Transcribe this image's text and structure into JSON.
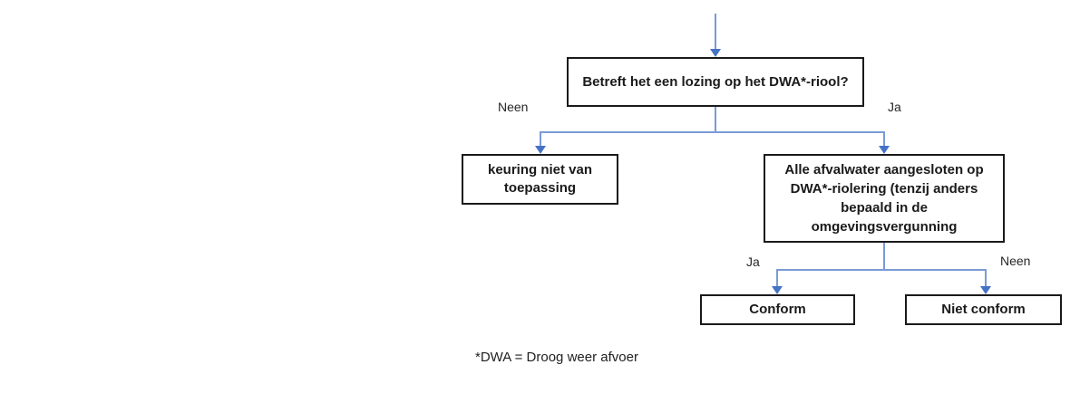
{
  "flowchart": {
    "nodes": {
      "decision_dwa": {
        "text": "Betreft het een lozing op het DWA*-riool?"
      },
      "keuring_nvt": {
        "text": "keuring niet van toepassing"
      },
      "aangesloten": {
        "text": "Alle afvalwater aangesloten op DWA*-riolering (tenzij anders bepaald in de omgevingsvergunning"
      },
      "conform": {
        "text": "Conform"
      },
      "niet_conform": {
        "text": "Niet conform"
      }
    },
    "edge_labels": {
      "neen_top": "Neen",
      "ja_top": "Ja",
      "ja_bottom": "Ja",
      "neen_bottom": "Neen"
    },
    "footnote": "*DWA = Droog weer afvoer",
    "colors": {
      "line": "#7a9bd6",
      "arrow": "#4472c4",
      "border": "#1a1a1a",
      "text": "#1a1a1a"
    }
  }
}
